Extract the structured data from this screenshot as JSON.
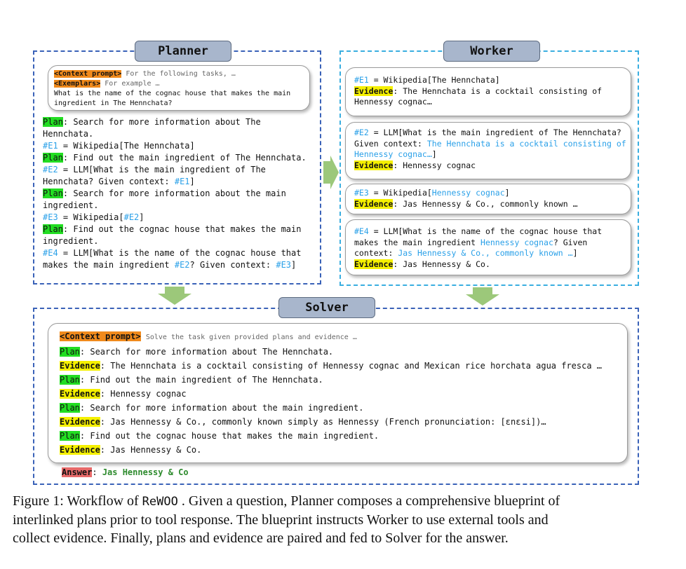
{
  "planner": {
    "label": "Planner",
    "context_tag": "<Context prompt>",
    "context_text": "For the following tasks, …",
    "exemplars_tag": "<Exemplars>",
    "exemplars_text": "For example …",
    "question_1": "What is the name of the cognac house that makes the main",
    "question_2": "ingredient in The Hennchata?",
    "plan_tag": "Plan",
    "lines": [
      {
        "kind": "plan",
        "text": ": Search for more information about The"
      },
      {
        "kind": "cont",
        "text": "Hennchata."
      },
      {
        "kind": "e1",
        "ref": "#E1",
        "text": " = Wikipedia[The Hennchata]"
      },
      {
        "kind": "plan",
        "text": ": Find out the main ingredient of The Hennchata."
      },
      {
        "kind": "e2a",
        "ref": "#E2",
        "text": " = LLM[What is the main ingredient of The"
      },
      {
        "kind": "e2b",
        "text": "Hennchata? Given context: ",
        "ref": "#E1",
        "tail": "]"
      },
      {
        "kind": "plan",
        "text": ": Search for more information about the main"
      },
      {
        "kind": "cont",
        "text": "ingredient."
      },
      {
        "kind": "e3",
        "ref": "#E3",
        "text": " = Wikipedia[",
        "ref2": "#E2",
        "tail": "]"
      },
      {
        "kind": "plan",
        "text": ": Find out the cognac house that makes the main"
      },
      {
        "kind": "cont",
        "text": "ingredient."
      },
      {
        "kind": "e4a",
        "ref": "#E4",
        "text": " = LLM[What is the name of the cognac house that"
      },
      {
        "kind": "e4b",
        "text": "makes the main ingredient ",
        "ref": "#E2",
        "mid": "? Given context: ",
        "ref2": "#E3",
        "tail": "]"
      }
    ]
  },
  "worker": {
    "label": "Worker",
    "evidence_tag": "Evidence",
    "w1": {
      "ref": "#E1",
      "call": " = Wikipedia[The Hennchata]",
      "ev1": ": The Hennchata is a cocktail consisting of",
      "ev2": "Hennessy cognac…"
    },
    "w2": {
      "ref": "#E2",
      "call1": " = LLM[What is the main ingredient of The Hennchata?",
      "call2": "Given context: ",
      "ctx1": "The Hennchata is a cocktail consisting of",
      "ctx2": "Hennessy cognac…",
      "tail": "]",
      "ev": ": Hennessy cognac"
    },
    "w3": {
      "ref": "#E3",
      "call": " = Wikipedia[",
      "arg": "Hennessy cognac",
      "tail": "]",
      "ev": ": Jas Hennessy & Co., commonly known …"
    },
    "w4": {
      "ref": "#E4",
      "call1": " = LLM[What is the name of the cognac house that",
      "call2": "makes the main ingredient ",
      "arg": "Hennessy cognac",
      "call2b": "? Given",
      "call3": "context: ",
      "ctx": "Jas Hennessy & Co., commonly known …",
      "tail": "]",
      "ev": ": Jas Hennessy & Co."
    }
  },
  "solver": {
    "label": "Solver",
    "context_tag": "<Context prompt>",
    "context_text": "Solve the task given provided plans and evidence …",
    "plan_tag": "Plan",
    "evidence_tag": "Evidence",
    "rows": [
      {
        "kind": "plan",
        "text": ": Search for more information about The Hennchata."
      },
      {
        "kind": "ev",
        "text": ": The Hennchata is a cocktail consisting of Hennessy cognac and Mexican rice horchata agua fresca …"
      },
      {
        "kind": "plan",
        "text": ": Find out the main ingredient of The Hennchata."
      },
      {
        "kind": "ev",
        "text": ": Hennessy cognac"
      },
      {
        "kind": "plan",
        "text": ": Search for more information about the main ingredient."
      },
      {
        "kind": "ev",
        "text": ": Jas Hennessy & Co., commonly known simply as Hennessy (French pronunciation: [ɛnɛsi])…"
      },
      {
        "kind": "plan",
        "text": ": Find out the cognac house that makes the main ingredient."
      },
      {
        "kind": "ev",
        "text": ": Jas Hennessy & Co."
      }
    ],
    "answer_tag": "Answer",
    "answer_sep": ": ",
    "answer": "Jas Hennessy & Co"
  },
  "caption": {
    "prefix": "Figure 1: Workflow of ",
    "system": "ReWOO",
    "rest_1": " . Given a question, Planner composes a comprehensive blueprint of",
    "line_2": "interlinked plans prior to tool response.  The blueprint instructs Worker to use external tools and",
    "line_3": "collect evidence. Finally, plans and evidence are paired and fed to Solver for the answer."
  },
  "colors": {
    "planner_border": "#3a62b8",
    "worker_border": "#3aaee0",
    "plan_highlight": "#22dd22",
    "evidence_highlight": "#f5f000",
    "context_highlight": "#f08a1c",
    "answer_highlight": "#e86a6a",
    "reference_blue": "#2aa0e8",
    "arrow_green": "#9cc87a"
  }
}
